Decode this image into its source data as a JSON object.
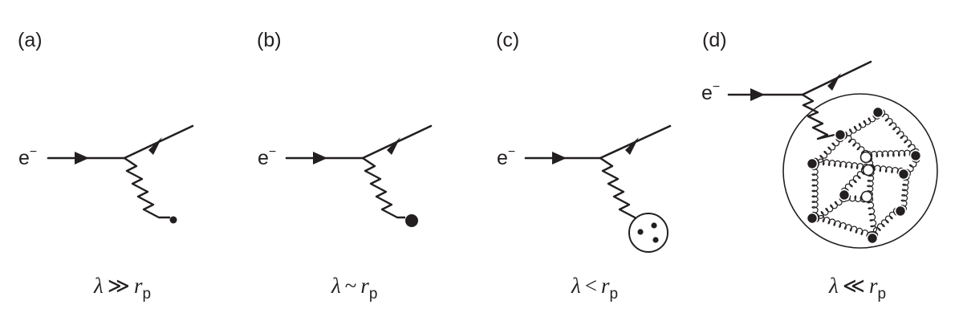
{
  "panels": [
    {
      "id": "a",
      "tag": "(a)",
      "particle": "e",
      "charge": "−",
      "caption": {
        "lambda": "λ",
        "relation": "≫",
        "r": "r",
        "sub": "p"
      }
    },
    {
      "id": "b",
      "tag": "(b)",
      "particle": "e",
      "charge": "−",
      "caption": {
        "lambda": "λ",
        "relation": "~",
        "r": "r",
        "sub": "p"
      }
    },
    {
      "id": "c",
      "tag": "(c)",
      "particle": "e",
      "charge": "−",
      "caption": {
        "lambda": "λ",
        "relation": "<",
        "r": "r",
        "sub": "p"
      }
    },
    {
      "id": "d",
      "tag": "(d)",
      "particle": "e",
      "charge": "−",
      "caption": {
        "lambda": "λ",
        "relation": "≪",
        "r": "r",
        "sub": "p"
      }
    }
  ]
}
